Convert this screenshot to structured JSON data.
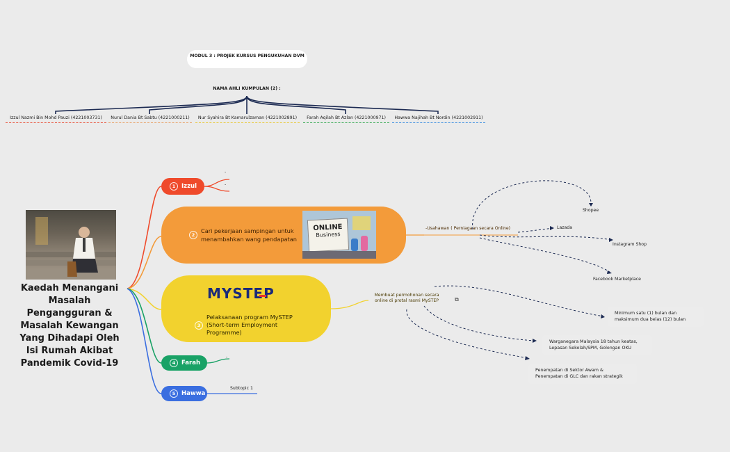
{
  "header": {
    "title": "MODUL 3 : PROJEK KURSUS PENGUKUHAN DVM",
    "group_label": "NAMA AHLI KUMPULAN (2) :",
    "members": [
      {
        "name": "Izzul Nazmi Bin Mohd Pauzi (4221003731)",
        "color": "#e8533c"
      },
      {
        "name": "Nurul Dania Bt Sabtu (4221000211)",
        "color": "#e9a36a"
      },
      {
        "name": "Nur Syahira Bt Kamarulzaman (4221002891)",
        "color": "#e8c93a"
      },
      {
        "name": "Farah Aqilah Bt Azlan  (4221000971)",
        "color": "#3bab57"
      },
      {
        "name": "Hawwa Najihah Bt Nordin (4221002911)",
        "color": "#3e8fe0"
      }
    ]
  },
  "central": {
    "title": "Kaedah Menangani Masalah Pengangguran & Masalah Kewangan Yang Dihadapi Oleh Isi Rumah Akibat Pandemik Covid-19",
    "image": "man-sitting-on-stairs-photo"
  },
  "branches": [
    {
      "number": "1",
      "label": "Izzul",
      "color": "#ef4a2b",
      "leaves": [
        "-",
        "-"
      ]
    },
    {
      "number": "2",
      "label": "Cari pekerjaan sampingan untuk menambahkan wang pendapatan",
      "color": "#f39b3a",
      "image_text": [
        "ONLINE",
        "Business"
      ]
    },
    {
      "number": "3",
      "label": "Pelaksanaan program MySTEP (Short-term Employment Programme)",
      "color": "#f2d22e",
      "logo": "MYSTEP"
    },
    {
      "number": "4",
      "label": "Farah",
      "color": "#19a266",
      "leaves": [
        "-"
      ]
    },
    {
      "number": "5",
      "label": "Hawwa",
      "color": "#3a6ee0",
      "leaves": [
        "Subtopic 1"
      ]
    }
  ],
  "branch2_detail": {
    "node": "-Usahawan ( Perniagaan secara Online)",
    "children": [
      "Shopee",
      "Lazada",
      "Instagram Shop",
      "Facebook Marketplace"
    ]
  },
  "branch3_detail": {
    "node": "Membuat permohonan secara online di protal rasmi MySTEP",
    "children": [
      "Minimum satu (1) bulan dan maksimum dua belas (12) bulan",
      "Warganegara Malaysia 18 tahun keatas, Lepasan Sekolah/SPM, Golongan OKU",
      "Penempatan di Sektor Awam & Penempatan di GLC dan rakan strategik"
    ]
  },
  "icons": {
    "link": "external-link-icon"
  }
}
